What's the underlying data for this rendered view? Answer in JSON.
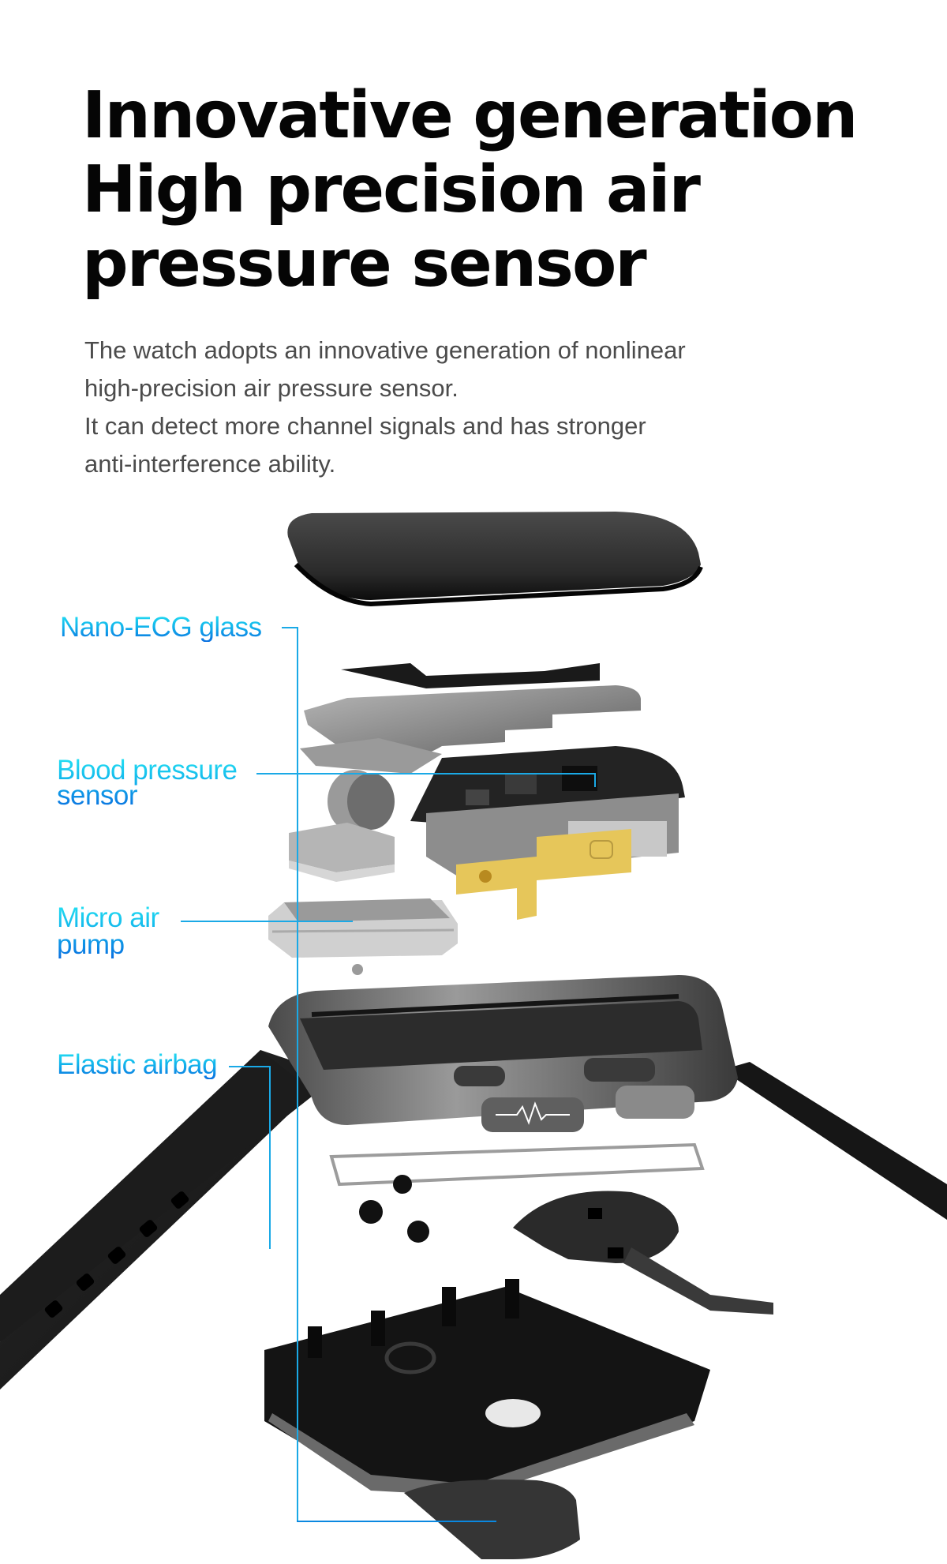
{
  "headline": {
    "lines": [
      "Innovative generation",
      "High precision air",
      "pressure sensor"
    ]
  },
  "description": {
    "lines": [
      "The watch adopts an innovative generation of nonlinear",
      "high-precision air pressure sensor.",
      "It can detect more channel signals and has stronger",
      "anti-interference ability."
    ]
  },
  "callouts": [
    {
      "line1": "Nano-ECG glass",
      "line2": ""
    },
    {
      "line1": "Blood pressure",
      "line2": "sensor"
    },
    {
      "line1": "Micro air",
      "line2": "pump"
    },
    {
      "line1": "Elastic airbag",
      "line2": ""
    }
  ],
  "colors": {
    "headline": "#050505",
    "body": "#4b4b4b",
    "label_gradient_top": "#24e0f2",
    "label_gradient_bottom": "#0a6fe0",
    "leader_line": "#1aa9e6",
    "background": "#ffffff"
  }
}
